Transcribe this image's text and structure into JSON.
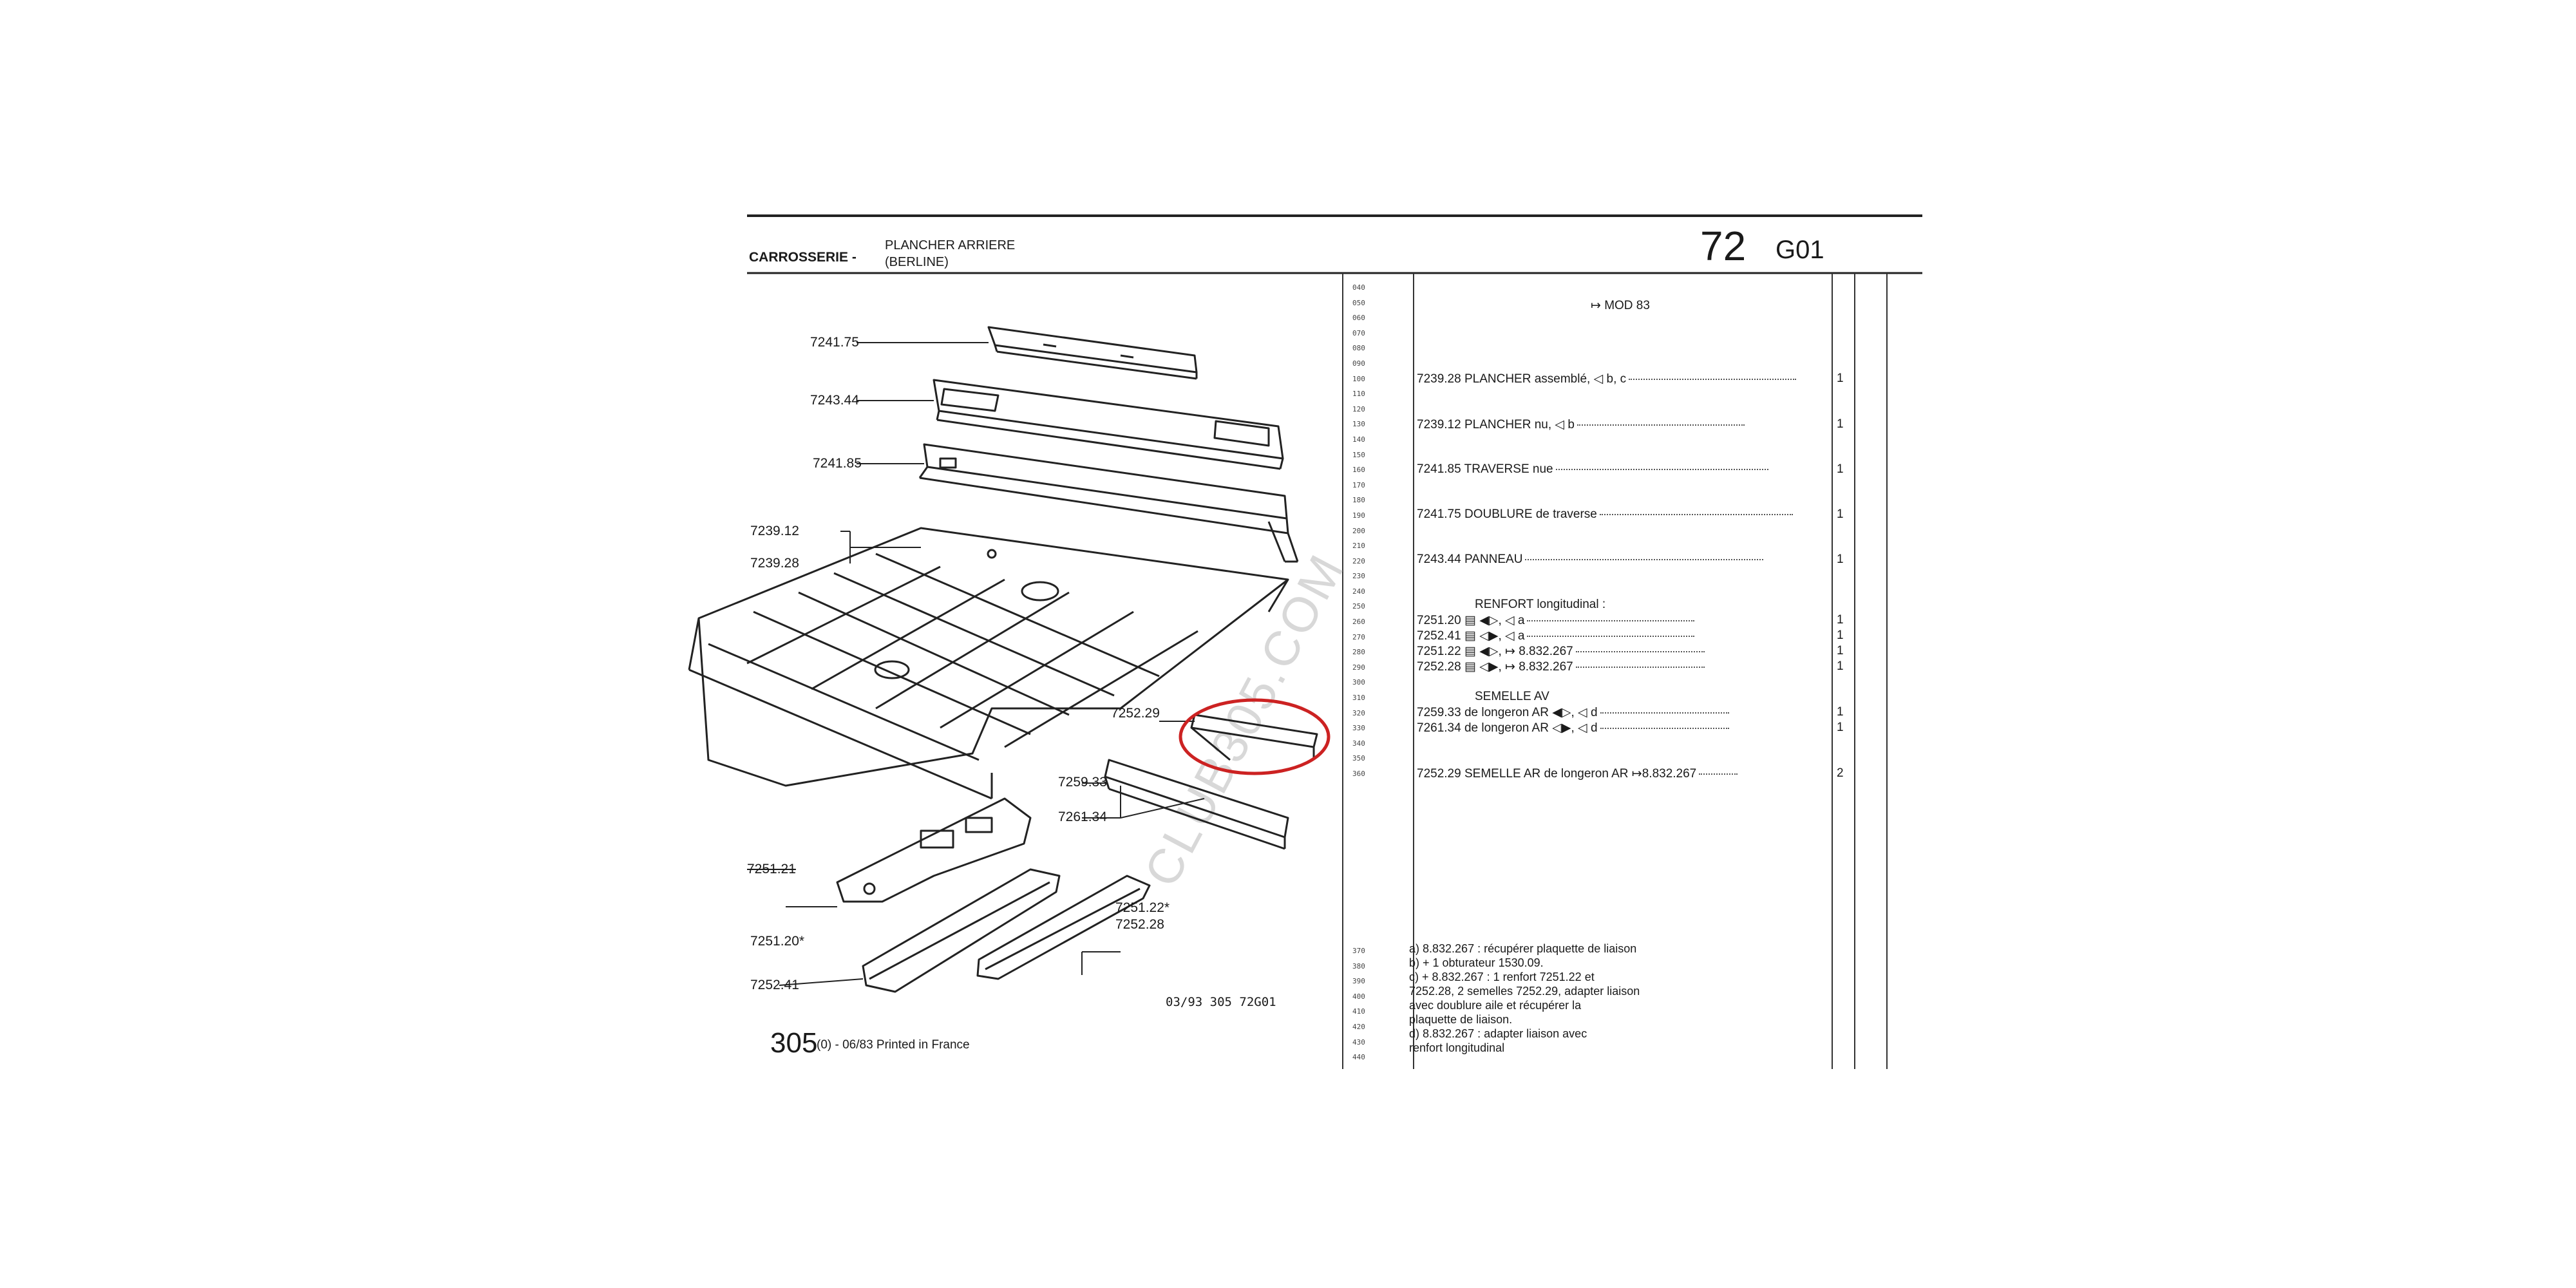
{
  "header": {
    "section": "CARROSSERIE -",
    "title_line1": "PLANCHER ARRIERE",
    "title_line2": "(BERLINE)",
    "group_number": "72",
    "page_code": "G01"
  },
  "illustration_labels": [
    {
      "id": "7241-75",
      "text": "7241.75"
    },
    {
      "id": "7243-44",
      "text": "7243.44"
    },
    {
      "id": "7241-85",
      "text": "7241.85"
    },
    {
      "id": "7239-12",
      "text": "7239.12"
    },
    {
      "id": "7239-28",
      "text": "7239.28"
    },
    {
      "id": "7252-29",
      "text": "7252.29"
    },
    {
      "id": "7259-33",
      "text": "7259.33"
    },
    {
      "id": "7261-34",
      "text": "7261.34"
    },
    {
      "id": "7251-21",
      "text": "7251.21"
    },
    {
      "id": "7251-20",
      "text": "7251.20*"
    },
    {
      "id": "7252-41",
      "text": "7252.41"
    },
    {
      "id": "7251-22",
      "text": "7251.22*"
    },
    {
      "id": "7252-28",
      "text": "7252.28"
    }
  ],
  "line_numbers": [
    "040",
    "050",
    "060",
    "070",
    "080",
    "090",
    "100",
    "110",
    "120",
    "130",
    "140",
    "150",
    "160",
    "170",
    "180",
    "190",
    "200",
    "210",
    "220",
    "230",
    "240",
    "250",
    "260",
    "270",
    "280",
    "290",
    "300",
    "310",
    "320",
    "330",
    "340",
    "350",
    "360"
  ],
  "note_line_numbers": [
    "370",
    "380",
    "390",
    "400",
    "410",
    "420",
    "430",
    "440"
  ],
  "parts": {
    "mod_note": "MOD 83",
    "rows": [
      {
        "ref": "7239.28",
        "desc": "PLANCHER assemblé,",
        "suffix": "b, c",
        "qty": "1"
      },
      {
        "ref": "7239.12",
        "desc": "PLANCHER nu,",
        "suffix": "b",
        "qty": "1"
      },
      {
        "ref": "7241.85",
        "desc": "TRAVERSE nue",
        "suffix": "",
        "qty": "1"
      },
      {
        "ref": "7241.75",
        "desc": "DOUBLURE de traverse",
        "suffix": "",
        "qty": "1"
      },
      {
        "ref": "7243.44",
        "desc": "PANNEAU",
        "suffix": "",
        "qty": "1"
      }
    ],
    "renfort_heading": "RENFORT longitudinal :",
    "renfort_rows": [
      {
        "ref": "7251.20",
        "suffix": "a",
        "qty": "1"
      },
      {
        "ref": "7252.41",
        "suffix": "a",
        "qty": "1"
      },
      {
        "ref": "7251.22",
        "suffix": "8.832.267",
        "qty": "1"
      },
      {
        "ref": "7252.28",
        "suffix": "8.832.267",
        "qty": "1"
      }
    ],
    "semelle_heading": "SEMELLE AV",
    "semelle_rows": [
      {
        "ref": "7259.33",
        "desc": "de longeron AR",
        "suffix": "d",
        "qty": "1"
      },
      {
        "ref": "7261.34",
        "desc": "de longeron AR",
        "suffix": "d",
        "qty": "1"
      }
    ],
    "last_row": {
      "ref": "7252.29",
      "desc": "SEMELLE AR de longeron AR",
      "suffix": "8.832.267",
      "qty": "2"
    }
  },
  "notes": [
    "a)  8.832.267 : récupérer plaquette de liaison",
    "b)  + 1 obturateur 1530.09.",
    "c)  +  8.832.267 : 1 renfort 7251.22 et",
    "     7252.28, 2 semelles 7252.29, adapter liaison",
    "     avec doublure aile et récupérer la",
    "     plaquette de liaison.",
    "d)  8.832.267 : adapter liaison avec",
    "     renfort longitudinal"
  ],
  "footer": {
    "code_line": "03/93  305  72G01",
    "model": "305",
    "print_info": "(0) - 06/83 Printed in France"
  },
  "watermark": "CLUB305.COM",
  "colors": {
    "highlight_circle": "#cc2222",
    "ink": "#1a1a1a"
  }
}
